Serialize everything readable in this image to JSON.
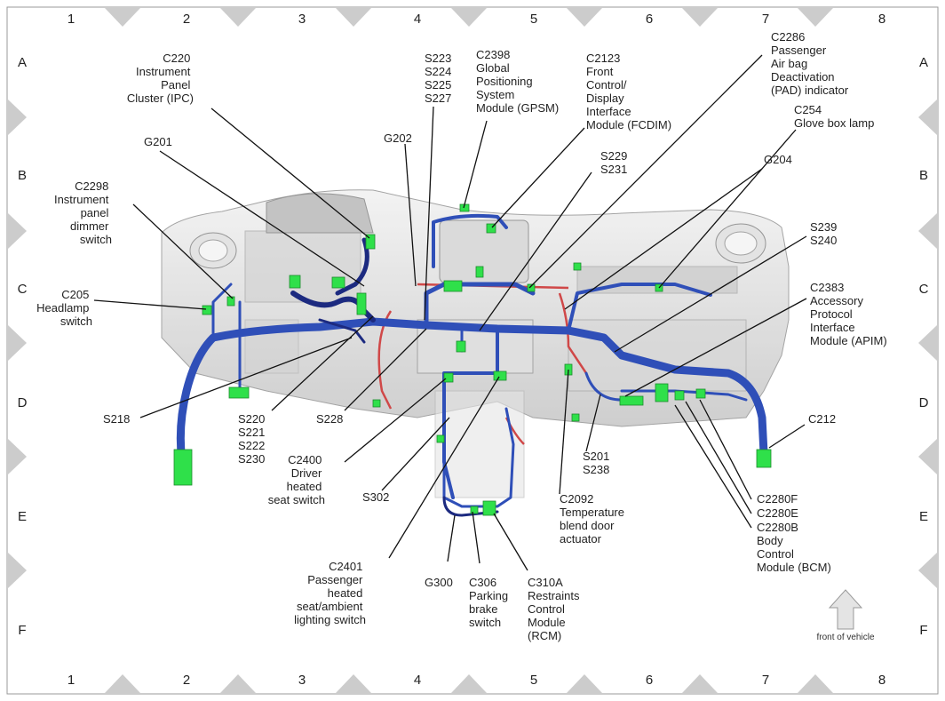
{
  "grid": {
    "columns": [
      "1",
      "2",
      "3",
      "4",
      "5",
      "6",
      "7",
      "8"
    ],
    "rows": [
      "A",
      "B",
      "C",
      "D",
      "E",
      "F"
    ]
  },
  "labels": {
    "c220": [
      "C220",
      "Instrument",
      "Panel",
      "Cluster (IPC)"
    ],
    "g201": [
      "G201"
    ],
    "c2298": [
      "C2298",
      "Instrument",
      "panel",
      "dimmer",
      "switch"
    ],
    "c205": [
      "C205",
      "Headlamp",
      "switch"
    ],
    "s218": [
      "S218"
    ],
    "s220": [
      "S220",
      "S221",
      "S222",
      "S230"
    ],
    "s228": [
      "S228"
    ],
    "c2400": [
      "C2400",
      "Driver",
      "heated",
      "seat switch"
    ],
    "s302": [
      "S302"
    ],
    "c2401": [
      "C2401",
      "Passenger",
      "heated",
      "seat/ambient",
      "lighting switch"
    ],
    "g300": [
      "G300"
    ],
    "c306": [
      "C306",
      "Parking",
      "brake",
      "switch"
    ],
    "c310a": [
      "C310A",
      "Restraints",
      "Control",
      "Module",
      "(RCM)"
    ],
    "s223": [
      "S223",
      "S224",
      "S225",
      "S227"
    ],
    "g202": [
      "G202"
    ],
    "c2398": [
      "C2398",
      "Global",
      "Positioning",
      "System",
      "Module (GPSM)"
    ],
    "c2123": [
      "C2123",
      "Front",
      "Control/",
      "Display",
      "Interface",
      "Module (FCDIM)"
    ],
    "s229": [
      "S229",
      "S231"
    ],
    "c2286": [
      "C2286",
      "Passenger",
      "Air bag",
      "Deactivation",
      "(PAD) indicator"
    ],
    "c254": [
      "C254",
      "Glove box lamp"
    ],
    "g204": [
      "G204"
    ],
    "s239": [
      "S239",
      "S240"
    ],
    "c2383": [
      "C2383",
      "Accessory",
      "Protocol",
      "Interface",
      "Module (APIM)"
    ],
    "c212": [
      "C212"
    ],
    "s201": [
      "S201",
      "S238"
    ],
    "c2092": [
      "C2092",
      "Temperature",
      "blend door",
      "actuator"
    ],
    "c2280": [
      "C2280F",
      "C2280E",
      "C2280B",
      "Body",
      "Control",
      "Module (BCM)"
    ]
  },
  "front_of_vehicle": "front of vehicle",
  "colors": {
    "harness": "#2f4fb8",
    "connector": "#2fe04a",
    "grid_triangle": "#cccccc"
  }
}
